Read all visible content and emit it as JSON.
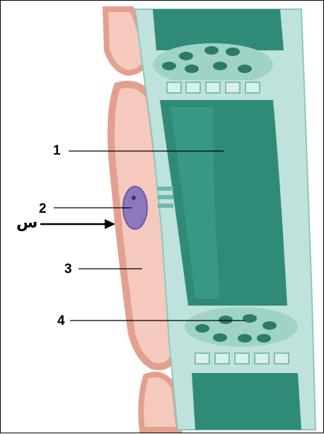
{
  "labels": {
    "one": "1",
    "two": "2",
    "three": "3",
    "four": "4",
    "arrow_letter": "س"
  },
  "colors": {
    "companion_fill": "#f5c9bd",
    "companion_wall": "#e3a08f",
    "sieve_wall": "#bfe2dc",
    "sieve_interior": "#2f8b78",
    "sieve_dark": "#1f6f60",
    "nucleus": "#8d78bf",
    "sieve_plate_pore": "#2c7a6a"
  },
  "icons": {
    "arrow": "right-arrow-icon"
  }
}
